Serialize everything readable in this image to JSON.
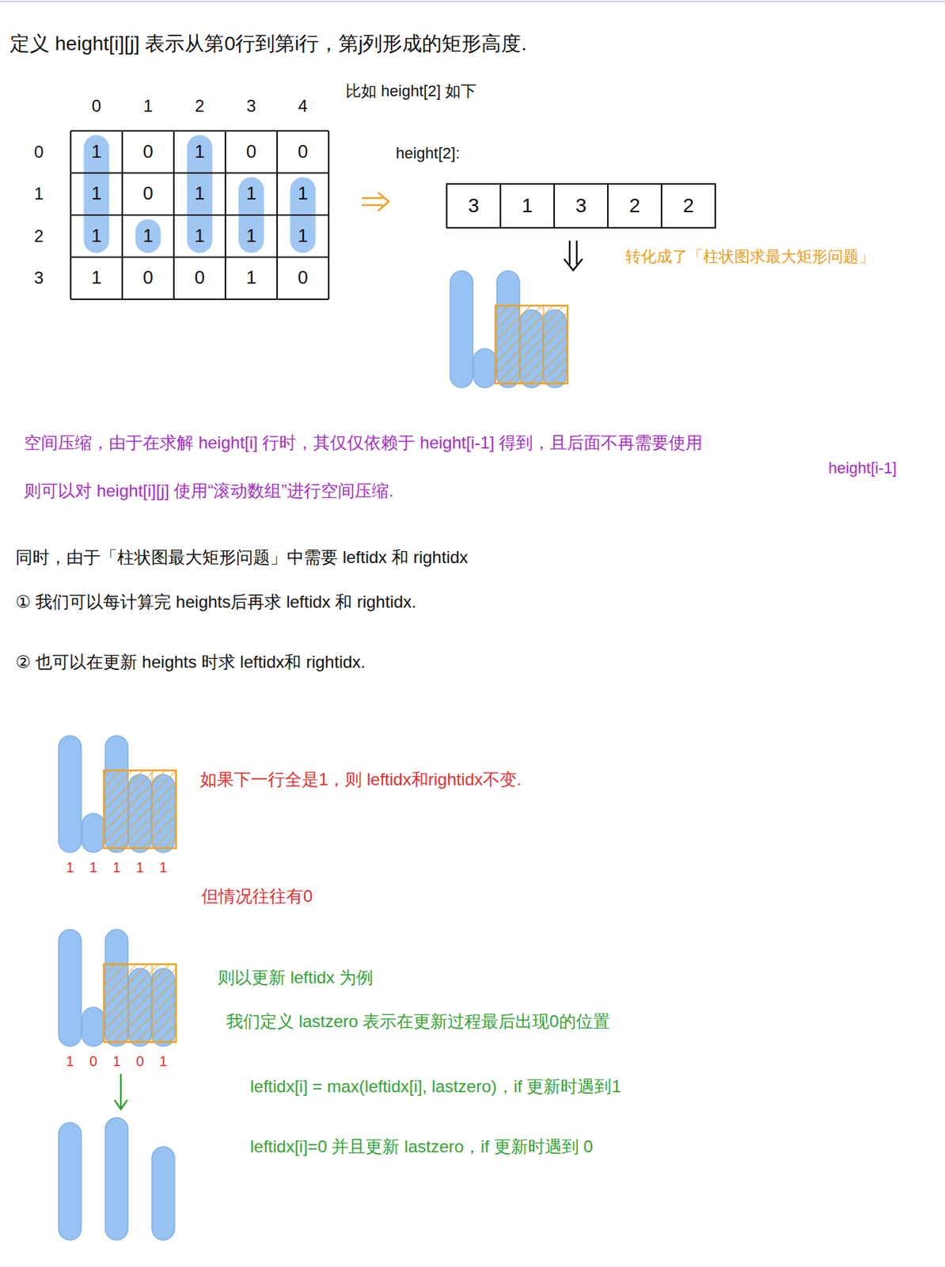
{
  "diagram": {
    "labels": [
      "定义 height[i][j] 表示从第0行到第i行，第j列形成的矩形高度.",
      "比如 height[2] 如下",
      "0",
      "1",
      "2",
      "3",
      "4",
      "height[2]:",
      "0",
      "1",
      "0",
      "1",
      "0",
      "0",
      "1",
      "1",
      "0",
      "1",
      "1",
      "1",
      "2",
      "1",
      "1",
      "1",
      "1",
      "1",
      "3",
      "1",
      "0",
      "0",
      "1",
      "0",
      "3",
      "1",
      "3",
      "2",
      "2",
      "转化成了「柱状图求最大矩形问题」",
      "空间压缩，由于在求解 height[i] 行时，其仅仅依赖于 height[i-1] 得到，且后面不再需要使用",
      "height[i-1]",
      "则可以对 height[i][j] 使用“滚动数组”进行空间压缩.",
      "同时，由于「柱状图最大矩形问题」中需要 leftidx 和 rightidx",
      "① 我们可以每计算完 heights后再求 leftidx 和 rightidx.",
      "② 也可以在更新 heights 时求 leftidx和 rightidx.",
      "如果下一行全是1，则 leftidx和rightidx不变.",
      "1",
      "1",
      "1",
      "1",
      "1",
      "但情况往往有0",
      "则以更新 leftidx 为例",
      "我们定义 lastzero 表示在更新过程最后出现0的位置",
      "1",
      "0",
      "1",
      "0",
      "1",
      "leftidx[i] = max(leftidx[i], lastzero)，if 更新时遇到1",
      "leftidx[i]=0 并且更新 lastzero，if 更新时遇到 0"
    ]
  }
}
